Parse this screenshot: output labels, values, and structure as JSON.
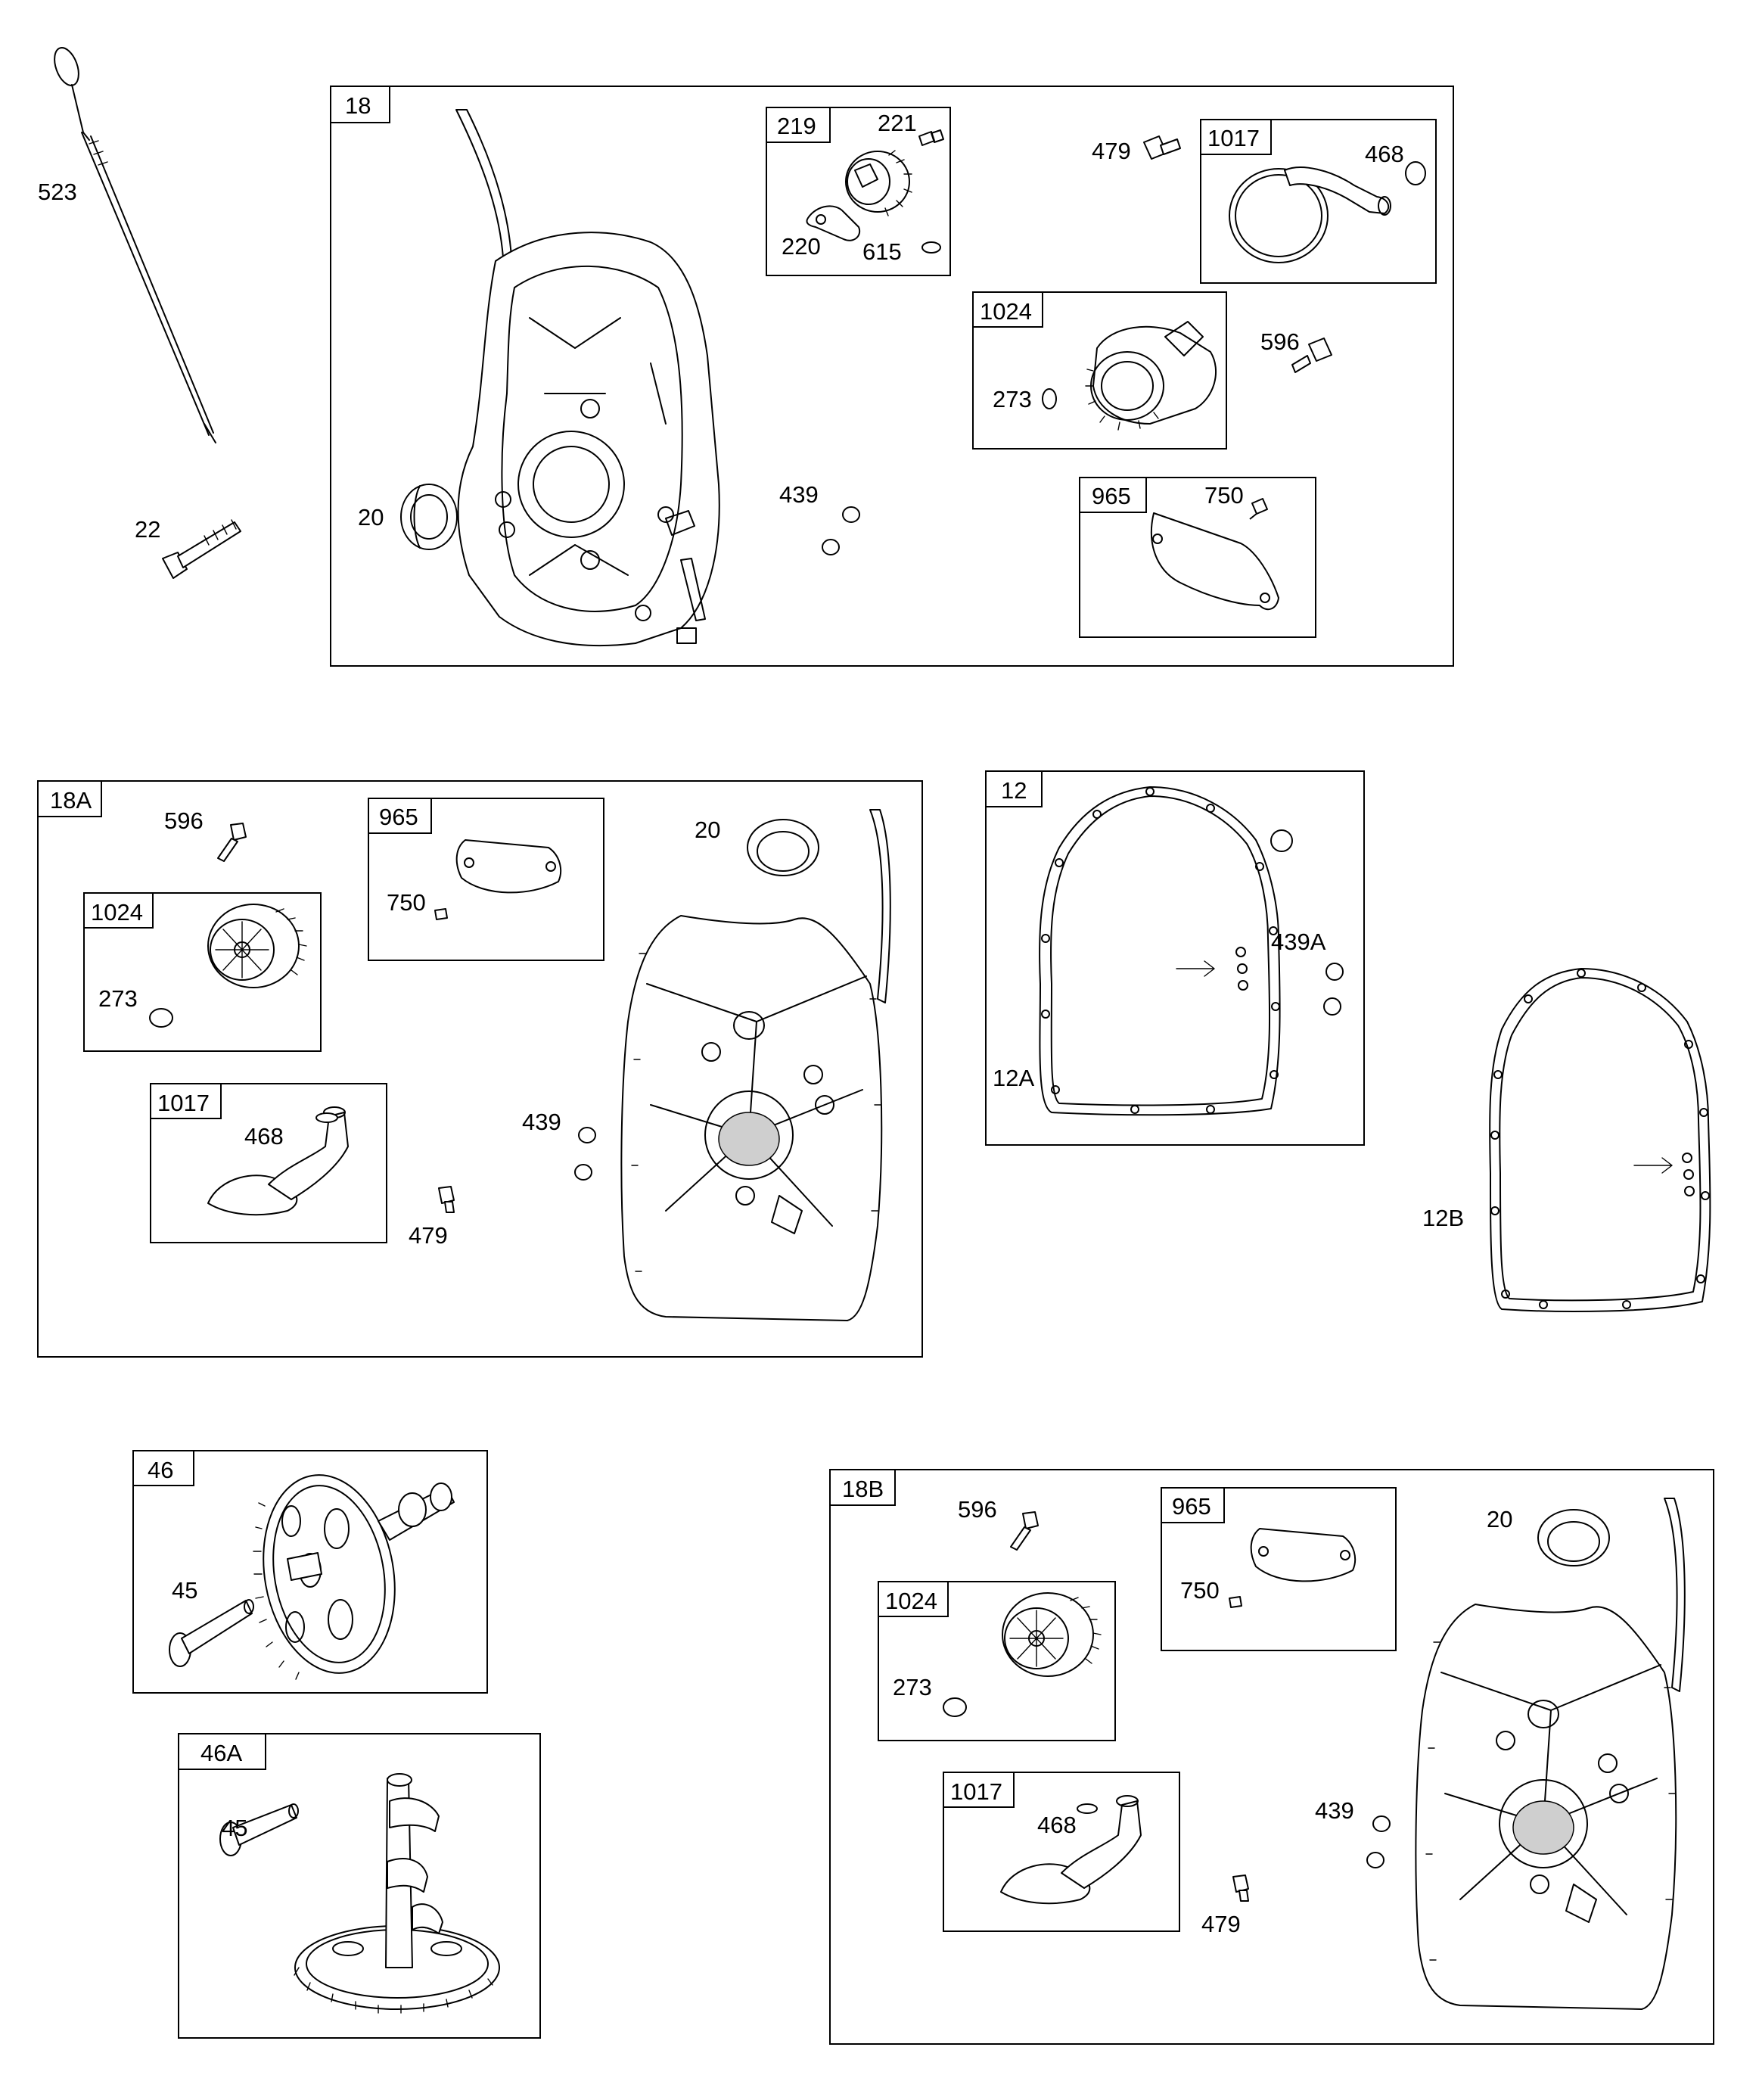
{
  "boxes": {
    "b18": "18",
    "b219": "219",
    "b1017a": "1017",
    "b1024a": "1024",
    "b965a": "965",
    "b18A": "18A",
    "b965b": "965",
    "b1024b": "1024",
    "b1017b": "1017",
    "b12": "12",
    "b46": "46",
    "b46A": "46A",
    "b18B": "18B",
    "b965c": "965",
    "b1024c": "1024",
    "b1017c": "1017"
  },
  "labels": {
    "l523": "523",
    "l22": "22",
    "l20a": "20",
    "l221": "221",
    "l220": "220",
    "l615": "615",
    "l479a": "479",
    "l468a": "468",
    "l273a": "273",
    "l596a": "596",
    "l439a": "439",
    "l750a": "750",
    "l596b": "596",
    "l750b": "750",
    "l20b": "20",
    "l273b": "273",
    "l468b": "468",
    "l479b": "479",
    "l439b": "439",
    "l439A": "439A",
    "l12A": "12A",
    "l12B": "12B",
    "l45a": "45",
    "l45b": "45",
    "l596c": "596",
    "l750c": "750",
    "l20c": "20",
    "l273c": "273",
    "l468c": "468",
    "l479c": "479",
    "l439c": "439"
  }
}
